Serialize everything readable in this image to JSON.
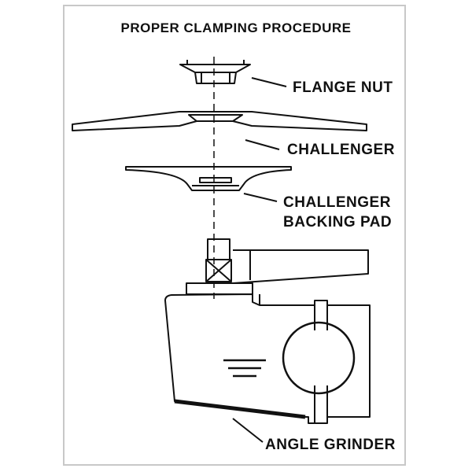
{
  "title": "PROPER CLAMPING PROCEDURE",
  "labels": {
    "flange_nut": "FLANGE NUT",
    "challenger": "CHALLENGER",
    "backing_pad_line1": "CHALLENGER",
    "backing_pad_line2": "BACKING PAD",
    "angle_grinder": "ANGLE GRINDER"
  },
  "colors": {
    "ink": "#111111",
    "frame": "#c8c8c8"
  }
}
